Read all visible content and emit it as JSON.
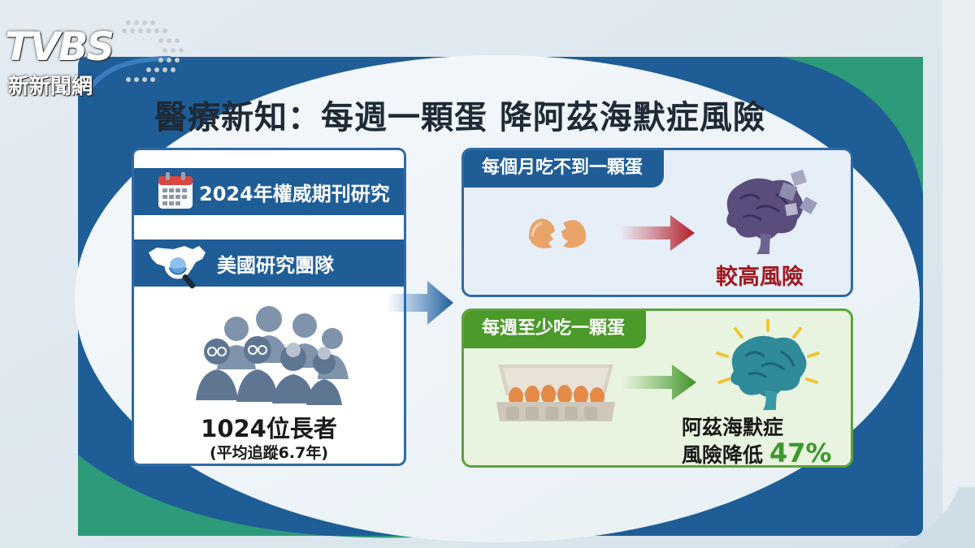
{
  "logo": {
    "brand": "TVBS",
    "subtitle": "新新聞網"
  },
  "title": "醫療新知：每週一顆蛋 降阿茲海默症風險",
  "study": {
    "journal_label": "2024年權威期刊研究",
    "team_label": "美國研究團隊",
    "participants": "1024位長者",
    "followup": "(平均追蹤6.7年)"
  },
  "low_intake": {
    "label": "每個月吃不到一顆蛋",
    "result": "較高風險"
  },
  "weekly_intake": {
    "label": "每週至少吃一顆蛋",
    "result_line1": "阿茲海默症",
    "result_line2": "風險降低",
    "reduction": "47%"
  },
  "colors": {
    "navy": "#1f5d97",
    "green": "#4b9a2a",
    "risk_red": "#9e1a22",
    "percent_green": "#3a9a2a"
  }
}
